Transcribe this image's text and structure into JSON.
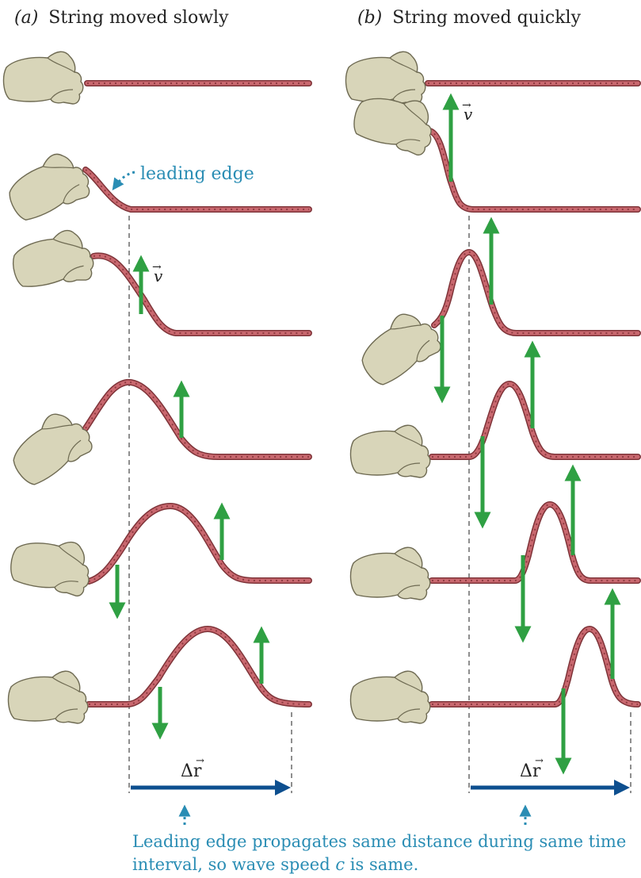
{
  "panel_a": {
    "letter": "(a)",
    "title": "String moved slowly"
  },
  "panel_b": {
    "letter": "(b)",
    "title": "String moved quickly"
  },
  "leading_edge_label": "leading edge",
  "velocity_label": "v",
  "displacement_label": "Δr",
  "caption": {
    "line1": "Leading edge propagates same distance during same time",
    "line2_start": "interval, so wave speed ",
    "line2_var": "c",
    "line2_end": " is same."
  },
  "colors": {
    "rope": "#c9686f",
    "rope_edge": "#7e3338",
    "hand": "#d8d5b9",
    "velocity_arrow": "#2fa043",
    "displacement_arrow": "#0d4f8f",
    "annotation": "#2a8db4"
  }
}
